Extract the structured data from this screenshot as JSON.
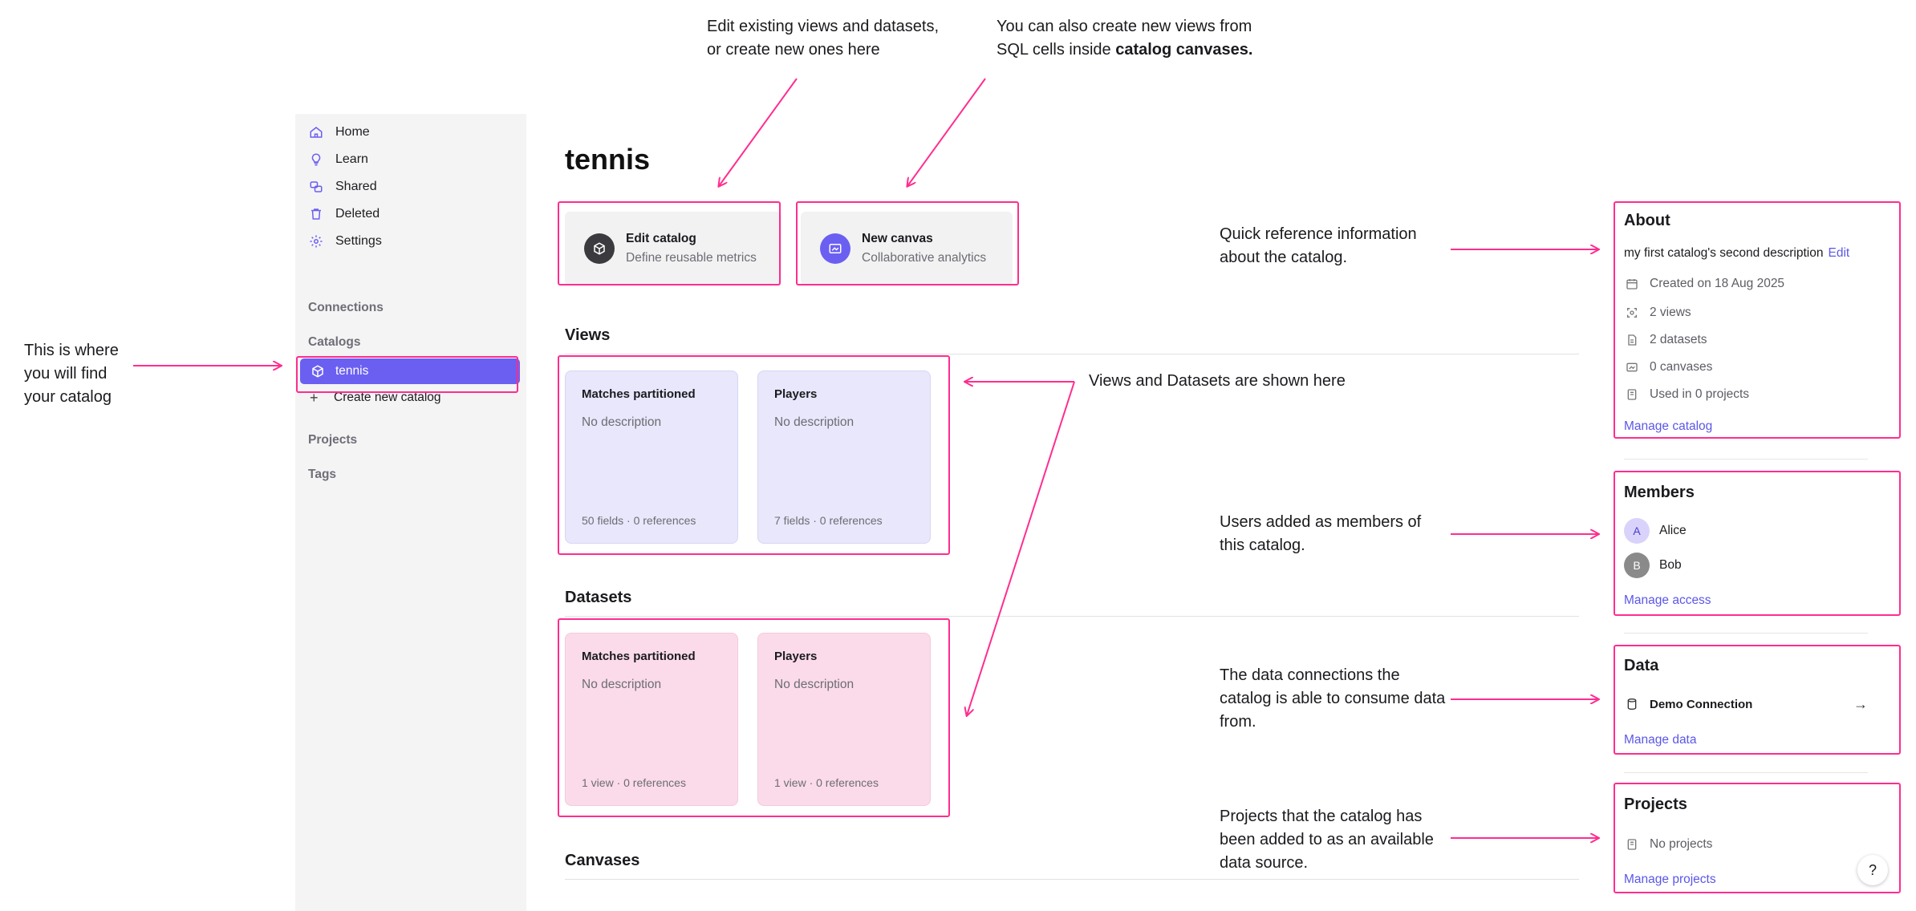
{
  "sidebar": {
    "nav": [
      {
        "label": "Home",
        "icon": "home-icon"
      },
      {
        "label": "Learn",
        "icon": "lightbulb-icon"
      },
      {
        "label": "Shared",
        "icon": "shared-icon"
      },
      {
        "label": "Deleted",
        "icon": "trash-icon"
      },
      {
        "label": "Settings",
        "icon": "gear-icon"
      }
    ],
    "connections_label": "Connections",
    "catalogs_label": "Catalogs",
    "active_catalog": "tennis",
    "create_catalog_label": "Create new catalog",
    "projects_label": "Projects",
    "tags_label": "Tags",
    "accent_color": "#6b5ff2"
  },
  "main": {
    "title": "tennis",
    "actions": [
      {
        "title": "Edit catalog",
        "subtitle": "Define reusable metrics",
        "icon": "cube-icon"
      },
      {
        "title": "New canvas",
        "subtitle": "Collaborative analytics",
        "icon": "canvas-icon"
      }
    ],
    "views_label": "Views",
    "views": [
      {
        "name": "Matches partitioned",
        "description": "No description",
        "footer": "50 fields · 0 references"
      },
      {
        "name": "Players",
        "description": "No description",
        "footer": "7 fields · 0 references"
      }
    ],
    "datasets_label": "Datasets",
    "datasets": [
      {
        "name": "Matches partitioned",
        "description": "No description",
        "footer": "1 view · 0 references"
      },
      {
        "name": "Players",
        "description": "No description",
        "footer": "1 view · 0 references"
      }
    ],
    "canvases_label": "Canvases"
  },
  "about": {
    "heading": "About",
    "description": "my first catalog's second description",
    "edit_label": "Edit",
    "created": "Created on 18 Aug 2025",
    "views": "2 views",
    "datasets": "2 datasets",
    "canvases": "0 canvases",
    "projects": "Used in 0 projects",
    "manage_label": "Manage catalog"
  },
  "members": {
    "heading": "Members",
    "list": [
      {
        "initial": "A",
        "name": "Alice",
        "color": "#d9d2fb"
      },
      {
        "initial": "B",
        "name": "Bob",
        "color": "#8a8a8a"
      }
    ],
    "manage_label": "Manage access"
  },
  "data_panel": {
    "heading": "Data",
    "connection": "Demo Connection",
    "manage_label": "Manage data"
  },
  "projects_panel": {
    "heading": "Projects",
    "empty": "No projects",
    "manage_label": "Manage projects"
  },
  "help_label": "?",
  "annotations": {
    "catalog_note": [
      "This is where",
      "you will find",
      "your catalog"
    ],
    "edit_note": [
      "Edit existing views and datasets,",
      "or create new ones here"
    ],
    "canvas_note_line1": "You can also create new views from",
    "canvas_note_line2_plain": "SQL cells inside ",
    "canvas_note_line2_bold": "catalog canvases.",
    "views_note": "Views and Datasets are shown here",
    "about_note": [
      "Quick reference information",
      "about the catalog."
    ],
    "members_note": [
      "Users added as members of",
      "this catalog."
    ],
    "data_note": [
      "The data connections the",
      "catalog is able to consume data",
      "from."
    ],
    "projects_note": [
      "Projects that the catalog has",
      "been added to as an available",
      "data source."
    ],
    "highlight_color": "#ff2d8f"
  }
}
